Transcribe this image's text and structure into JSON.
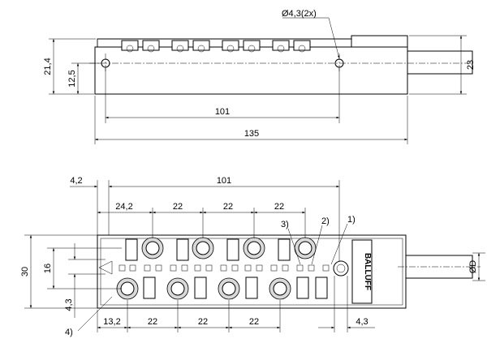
{
  "side_view": {
    "hole_label": "Ø4,3(2x)",
    "dims": {
      "height_overall": "21,4",
      "height_hole": "12,5",
      "hole_spacing": "101",
      "length_overall": "135",
      "cable_height": "23"
    }
  },
  "front_view": {
    "dims": {
      "top_left": "4,2",
      "top_span": "101",
      "pitch_first": "24,2",
      "pitch_1": "22",
      "pitch_2": "22",
      "pitch_3": "22",
      "height_overall": "30",
      "height_inner": "16",
      "height_small": "4,3",
      "bottom_first": "13,2",
      "bottom_pitch_1": "22",
      "bottom_pitch_2": "22",
      "bottom_pitch_3": "22",
      "bottom_right": "4,3",
      "cable_diameter": "ØD"
    },
    "callouts": [
      "1)",
      "2)",
      "3)",
      "4)"
    ],
    "brand": "BALLUFF"
  }
}
